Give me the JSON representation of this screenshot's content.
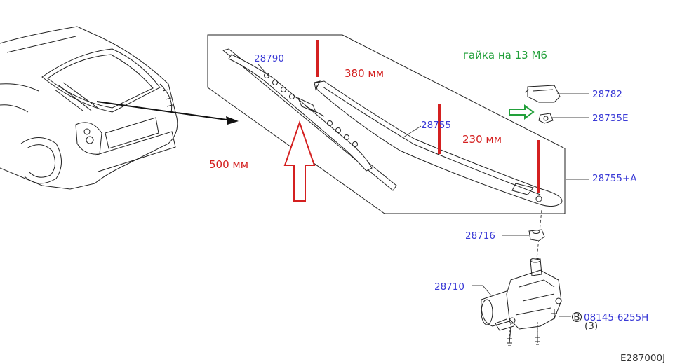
{
  "labels": {
    "blade": "28790",
    "arm": "28755",
    "cap": "28782",
    "nut": "28735E",
    "assembly": "28755+A",
    "grommet": "28716",
    "motor": "28710",
    "bolt_code": "08145-6255H",
    "bolt_qty": "(3)",
    "bolt_marker": "B",
    "diagram_code": "E287000J"
  },
  "annotations": {
    "blade_length": "500 мм",
    "arm_long": "380 мм",
    "arm_short": "230 мм",
    "nut_note": "гайка на 13 М6"
  },
  "colors": {
    "part_label": "#3a3ad6",
    "measurement": "#d42020",
    "note": "#22a03a",
    "line": "#222222"
  }
}
